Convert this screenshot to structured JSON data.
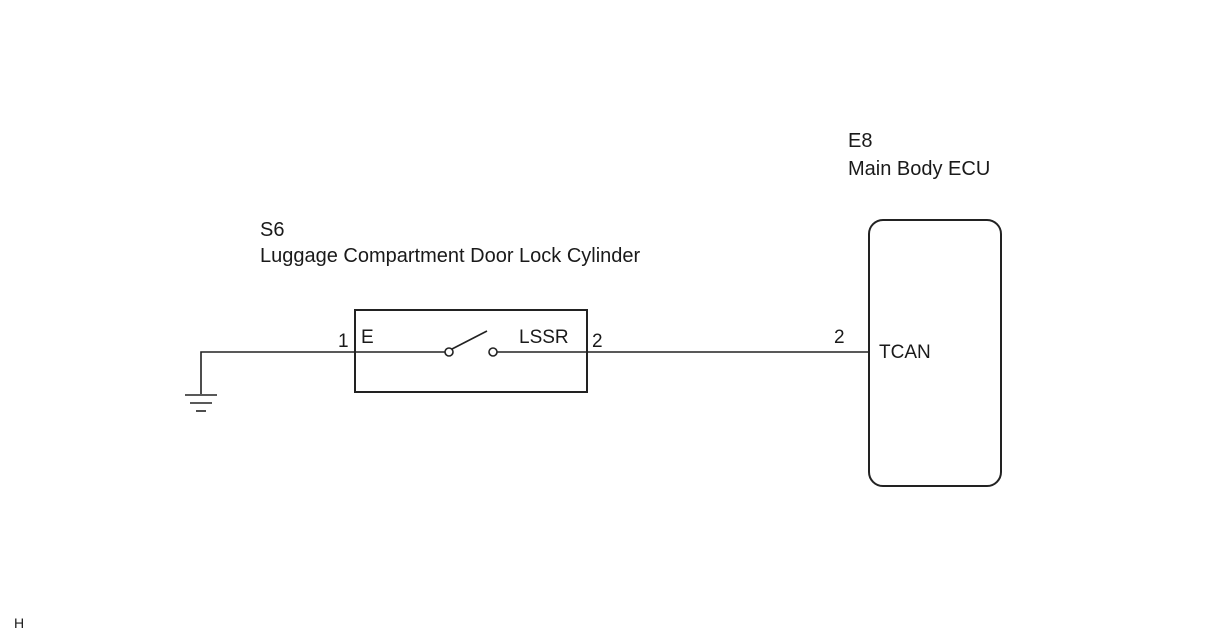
{
  "switch_component": {
    "code": "S6",
    "name": "Luggage Compartment Door Lock Cylinder",
    "pin_left_number": "1",
    "pin_left_label": "E",
    "pin_right_label": "LSSR",
    "pin_right_number": "2"
  },
  "ecu_component": {
    "code": "E8",
    "name": "Main Body ECU",
    "pin_number": "2",
    "pin_label": "TCAN"
  },
  "corner_marker": "H"
}
